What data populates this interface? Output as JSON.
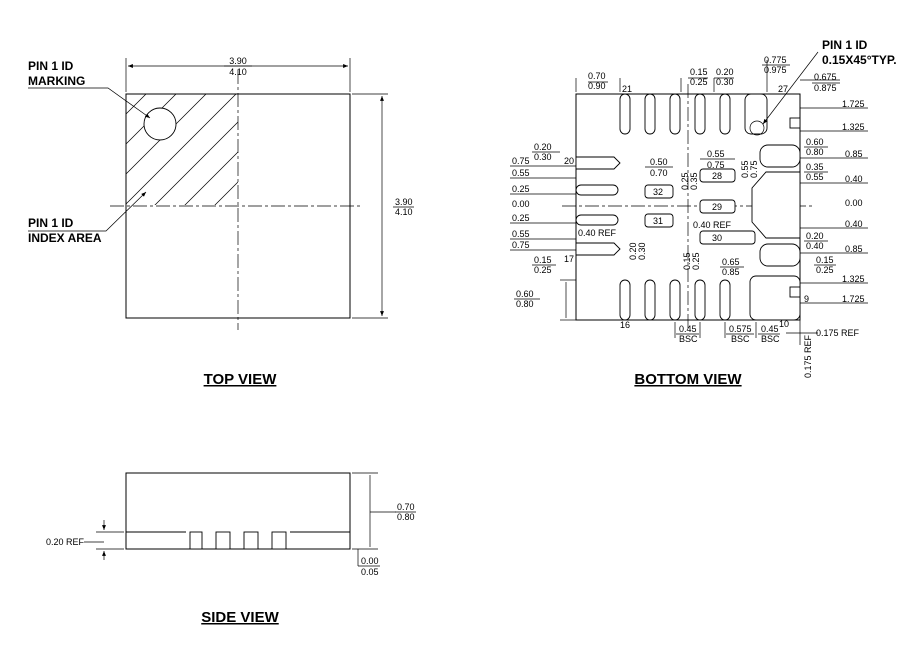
{
  "views": {
    "top": {
      "title": "TOP VIEW",
      "pin1_marking": [
        "PIN 1 ID",
        "MARKING"
      ],
      "pin1_index": [
        "PIN 1 ID",
        "INDEX AREA"
      ],
      "width_dim": [
        "3.90",
        "4.10"
      ],
      "height_dim": [
        "3.90",
        "4.10"
      ]
    },
    "bottom": {
      "title": "BOTTOM VIEW",
      "pin1_note": [
        "PIN 1 ID",
        "0.15X45°TYP."
      ],
      "top_dims": [
        [
          "0.70",
          "0.90"
        ],
        [
          "0.15",
          "0.25"
        ],
        [
          "0.20",
          "0.30"
        ],
        [
          "0.775",
          "0.975"
        ],
        [
          "0.675",
          "0.875"
        ]
      ],
      "left_dims": [
        [
          "0.20",
          "0.30"
        ],
        [
          "0.75"
        ],
        [
          "0.55"
        ],
        [
          "0.25"
        ],
        [
          "0.00"
        ],
        [
          "0.25"
        ],
        [
          "0.55"
        ],
        [
          "0.75"
        ],
        [
          "0.15",
          "0.25"
        ],
        [
          "0.60",
          "0.80"
        ]
      ],
      "right_dims": [
        "1.725",
        "1.325",
        "0.60",
        "0.80",
        "0.85",
        "0.35",
        "0.55",
        "0.40",
        "0.00",
        "0.40",
        "0.20",
        "0.40",
        "0.85",
        "0.15",
        "0.25",
        "1.325",
        "1.725"
      ],
      "inner_dims": {
        "w1": [
          "0.50",
          "0.70"
        ],
        "w2": [
          "0.55",
          "0.75"
        ],
        "v1": [
          "0.25",
          "0.35"
        ],
        "v2": [
          "0.55",
          "0.75"
        ],
        "v3": [
          "0.20",
          "0.30"
        ],
        "v4": [
          "0.15",
          "0.25"
        ],
        "ref1": "0.40 REF",
        "ref2": "0.40 REF",
        "d065": [
          "0.65",
          "0.85"
        ]
      },
      "bottom_dims": [
        [
          "0.45",
          "BSC"
        ],
        [
          "0.575",
          "BSC"
        ],
        [
          "0.45",
          "BSC"
        ]
      ],
      "ref_h": "0.175 REF",
      "ref_v": "0.175 REF",
      "pin_numbers": [
        "21",
        "27",
        "20",
        "17",
        "16",
        "10",
        "9"
      ],
      "pad_numbers": [
        "32",
        "28",
        "29",
        "31",
        "30"
      ]
    },
    "side": {
      "title": "SIDE VIEW",
      "height_dim": [
        "0.70",
        "0.80"
      ],
      "standoff_dim": [
        "0.00",
        "0.05"
      ],
      "ref": "0.20 REF"
    }
  }
}
